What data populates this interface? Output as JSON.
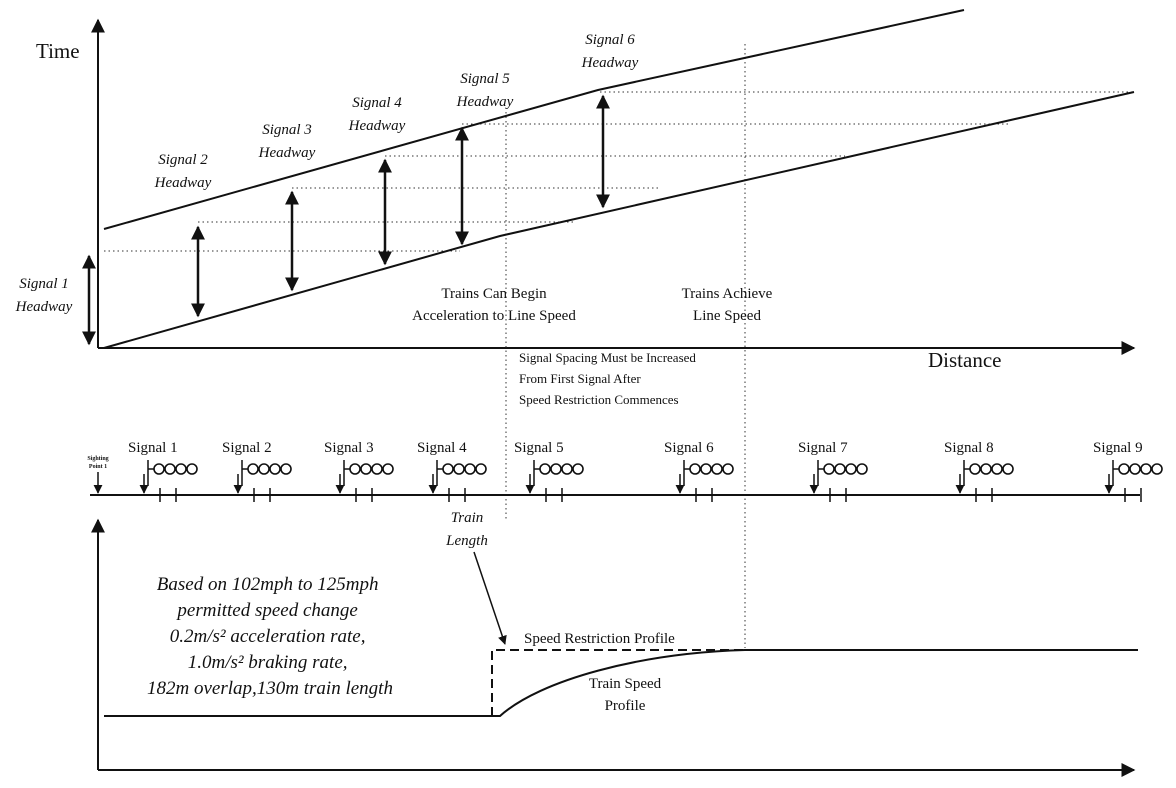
{
  "time_axis_label": "Time",
  "distance_axis_label": "Distance",
  "headways": [
    [
      "Signal 1",
      "Headway"
    ],
    [
      "Signal 2",
      "Headway"
    ],
    [
      "Signal 3",
      "Headway"
    ],
    [
      "Signal 4",
      "Headway"
    ],
    [
      "Signal 5",
      "Headway"
    ],
    [
      "Signal 6",
      "Headway"
    ]
  ],
  "trains_can_begin": [
    "Trains Can Begin",
    "Acceleration to Line Speed"
  ],
  "trains_achieve": [
    "Trains Achieve",
    "Line Speed"
  ],
  "spacing_note": [
    "Signal Spacing Must be Increased",
    "From First Signal After",
    "Speed Restriction Commences"
  ],
  "signals": [
    "Signal 1",
    "Signal 2",
    "Signal 3",
    "Signal 4",
    "Signal 5",
    "Signal 6",
    "Signal 7",
    "Signal 8",
    "Signal 9"
  ],
  "sighting_point": [
    "Sighting",
    "Point 1"
  ],
  "train_length": [
    "Train",
    "Length"
  ],
  "basis_note": [
    "Based on 102mph to 125mph",
    "permitted speed change",
    "0.2m/s² acceleration rate,",
    "1.0m/s² braking rate,",
    "182m overlap,130m train length"
  ],
  "speed_restriction_profile": "Speed Restriction Profile",
  "train_speed_profile": [
    "Train Speed",
    "Profile"
  ]
}
